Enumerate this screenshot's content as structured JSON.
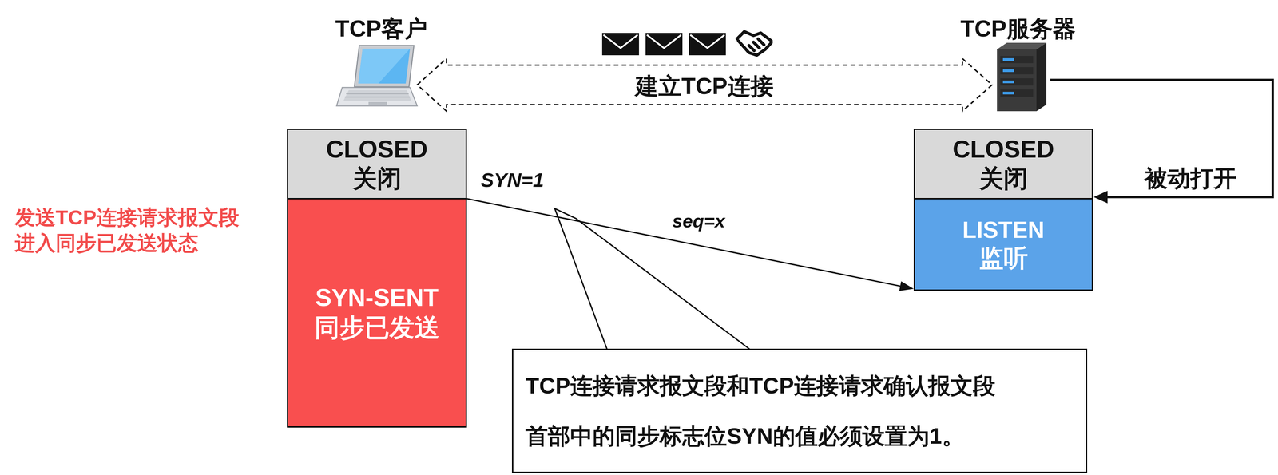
{
  "diagram": {
    "nodes": [
      {
        "text": [
          "CLOSED",
          "关闭"
        ]
      },
      {
        "text": [
          "SYN-SENT",
          "同步已发送"
        ]
      },
      {
        "text": [
          "CLOSED",
          "关闭"
        ]
      },
      {
        "text": [
          "LISTEN",
          "监听"
        ]
      },
      {
        "text": [
          "TCP连接请求报文段和TCP连接请求确认报文段 首部中的同步标志位SYN的值必须设置为1。"
        ]
      }
    ],
    "edges": [
      {
        "from": 1,
        "to": 3,
        "arrow": "to",
        "label": "SYN=1"
      }
    ],
    "labels": [
      "TCP客户",
      "TCP服务器",
      "建立TCP连接",
      "被动打开",
      "发送TCP连接请求报文段 进入同步已发送状态",
      "seq=x"
    ]
  }
}
